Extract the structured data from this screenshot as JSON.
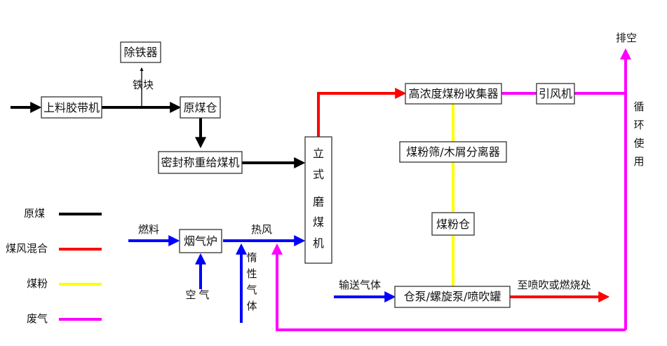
{
  "colors": {
    "coal": "#000000",
    "mix": "#ff0000",
    "powder": "#ffff00",
    "waste": "#ff00ff",
    "gas": "#0000ff"
  },
  "boxes": {
    "iron_remover": "除铁器",
    "belt_conveyor": "上料胶带机",
    "coal_bin": "原煤仓",
    "feeder": "密封称重给煤机",
    "mill": [
      "立",
      "式",
      "磨",
      "煤",
      "机"
    ],
    "collector": "高浓度煤粉收集器",
    "fan": "引风机",
    "screen": "煤粉筛/木屑分离器",
    "powder_bin": "煤粉仓",
    "pump": "仓泵/螺旋泵/喷吹罐",
    "furnace": "烟气炉"
  },
  "labels": {
    "iron_block": "铁块",
    "exhaust": "排空",
    "recycle": [
      "循",
      "环",
      "使",
      "用"
    ],
    "fuel": "燃料",
    "hot_air": "热风",
    "air": [
      "空",
      "气"
    ],
    "inert_gas": [
      "惰",
      "性",
      "气",
      "体"
    ],
    "conveying_gas": "输送气体",
    "to_burner": "至喷吹或燃烧处"
  },
  "legend": [
    {
      "label": "原煤",
      "color": "#000000"
    },
    {
      "label": "煤风混合",
      "color": "#ff0000"
    },
    {
      "label": "煤粉",
      "color": "#ffff00"
    },
    {
      "label": "废气",
      "color": "#ff00ff"
    }
  ]
}
